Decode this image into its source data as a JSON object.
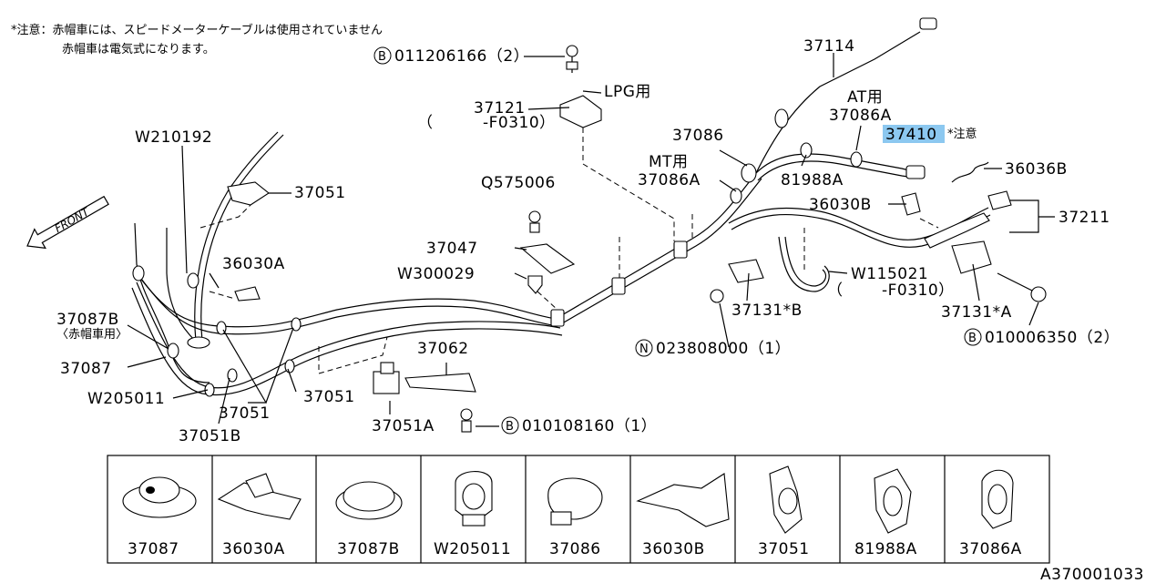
{
  "notes": {
    "line1": "*注意：赤帽車には、スピードメーターケーブルは使用されていません",
    "line2": "赤帽車は電気式になります。"
  },
  "front_label": "FRONT",
  "callouts": {
    "c37114": "37114",
    "c011206166": "011206166（2）",
    "c011206166_prefix": "B",
    "lpg": "LPG用",
    "c37121": "37121",
    "c37121_range": "-F0310）",
    "c37121_paren": "（",
    "at_label": "AT用",
    "c37086A_top": "37086A",
    "c37410": "37410",
    "c37410_note": "*注意",
    "c37086": "37086",
    "mt_label": "MT用",
    "c37086A_mt": "37086A",
    "c81988A": "81988A",
    "c36036B": "36036B",
    "c36030B": "36030B",
    "c37211": "37211",
    "w210192": "W210192",
    "c37051_top": "37051",
    "q575006": "Q575006",
    "c37047": "37047",
    "w300029": "W300029",
    "c36030A": "36030A",
    "w115021": "W115021",
    "w115021_range": "-F0310）",
    "w115021_paren": "（",
    "c37131B": "37131*B",
    "c37131A": "37131*A",
    "c37087B": "37087B",
    "c37087B_note": "〈赤帽車用〉",
    "c023808000": "023808000（1）",
    "c023808000_prefix": "N",
    "c010006350": "010006350（2）",
    "c010006350_prefix": "B",
    "c37062": "37062",
    "c37087": "37087",
    "w205011": "W205011",
    "c37051_mid": "37051",
    "c37051_bot": "37051",
    "c37051B": "37051B",
    "c37051A": "37051A",
    "c010108160": "010108160（1）",
    "c010108160_prefix": "B"
  },
  "parts_table": [
    {
      "code": "37087",
      "icon": "grommet-icon"
    },
    {
      "code": "36030A",
      "icon": "clip-plate-icon"
    },
    {
      "code": "37087B",
      "icon": "grommet-icon"
    },
    {
      "code": "W205011",
      "icon": "clamp-icon"
    },
    {
      "code": "37086",
      "icon": "clamp-icon"
    },
    {
      "code": "36030B",
      "icon": "clip-plate-icon"
    },
    {
      "code": "37051",
      "icon": "clamp-icon"
    },
    {
      "code": "81988A",
      "icon": "clamp-icon"
    },
    {
      "code": "37086A",
      "icon": "clamp-icon"
    }
  ],
  "diagram_id": "A370001033",
  "colors": {
    "highlight": "#8cc8f0",
    "ink": "#000000"
  }
}
